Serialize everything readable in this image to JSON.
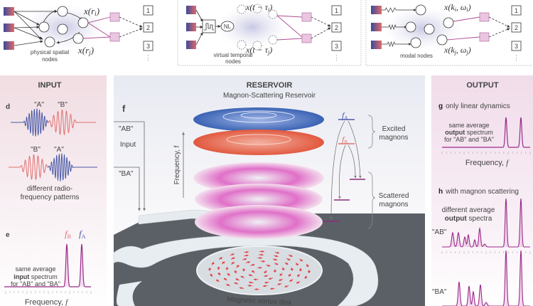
{
  "top": {
    "spatial": {
      "label_line1": "physical spatial",
      "label_line2": "nodes",
      "xi": "x(r",
      "xi_sub": "i",
      "xj": "x(r",
      "xj_sub": "j",
      "close": ")"
    },
    "temporal": {
      "label_line1": "virtual temporal",
      "label_line2": "nodes",
      "nl": "NL",
      "xi": "x(t − τ",
      "xi_sub": "i",
      "xj": "x(t − τ",
      "xj_sub": "j",
      "close": ")"
    },
    "modal": {
      "label": "modal nodes",
      "xi": "x(k",
      "xi_sub": "i",
      "xi_mid": ", ω",
      "xj": "x(k",
      "xj_sub": "j",
      "close": ")"
    },
    "outputs": [
      "1",
      "2",
      "3"
    ],
    "ellipsis": "⋮"
  },
  "input": {
    "title": "INPUT",
    "d_label": "d",
    "a": "\"A\"",
    "b": "\"B\"",
    "caption_line1": "different radio-",
    "caption_line2": "frequency patterns",
    "e_label": "e",
    "fB": "f",
    "fB_sub": "B",
    "fA": "f",
    "fA_sub": "A",
    "spec_line1": "same average",
    "spec_line2_bold": "input",
    "spec_line2_rest": " spectrum",
    "spec_line3": "for \"AB\" and \"BA\"",
    "xlabel": "Frequency, ",
    "xlabel_f": "f"
  },
  "reservoir": {
    "title": "RESERVOIR",
    "subtitle": "Magnon-Scattering Reservoir",
    "f_label": "f",
    "ab": "\"AB\"",
    "input": "Input",
    "ba": "\"BA\"",
    "freq_axis": "Frequency, f",
    "fA": "f",
    "fA_sub": "A",
    "fB": "f",
    "fB_sub": "B",
    "excited_line1": "Excited",
    "excited_line2": "magnons",
    "scattered_line1": "Scattered",
    "scattered_line2": "magnons",
    "disk_label": "Magnetic vortex disk"
  },
  "output": {
    "title": "OUTPUT",
    "g_label": "g",
    "g_text": "only linear dynamics",
    "g_line1": "same average",
    "g_line2_bold": "output",
    "g_line2_rest": " spectrum",
    "g_line3": "for \"AB\" and \"BA\"",
    "xlabel": "Frequency, ",
    "xlabel_f": "f",
    "h_label": "h",
    "h_text": "with magnon scattering",
    "h_line1": "different average",
    "h_line2_bold": "output",
    "h_line2_rest": " spectra",
    "ab": "\"AB\"",
    "ba": "\"BA\""
  },
  "colors": {
    "blue": "#4a5aa8",
    "red": "#e07070",
    "magenta": "#9a2a8a",
    "title_red": "#c04a5a",
    "title_blue": "#4a50a8",
    "title_magenta": "#8a2a7a"
  }
}
